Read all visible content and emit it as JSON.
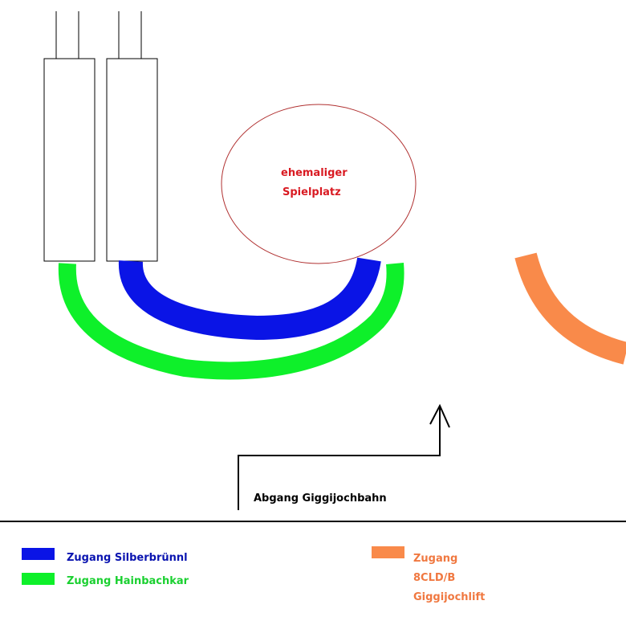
{
  "colors": {
    "blue": "#0a14e6",
    "green": "#0ef02a",
    "orange": "#f98a4a",
    "red": "#d91a22",
    "outline": "#000000"
  },
  "playground": {
    "line1": "ehemaliger",
    "line2": "Spielplatz"
  },
  "arrow_label": "Abgang Giggijochbahn",
  "legend": {
    "blue": "Zugang Silberbrünnl",
    "green": "Zugang Hainbachkar",
    "orange": [
      "Zugang",
      "8CLD/B",
      "Giggijochlift"
    ]
  }
}
